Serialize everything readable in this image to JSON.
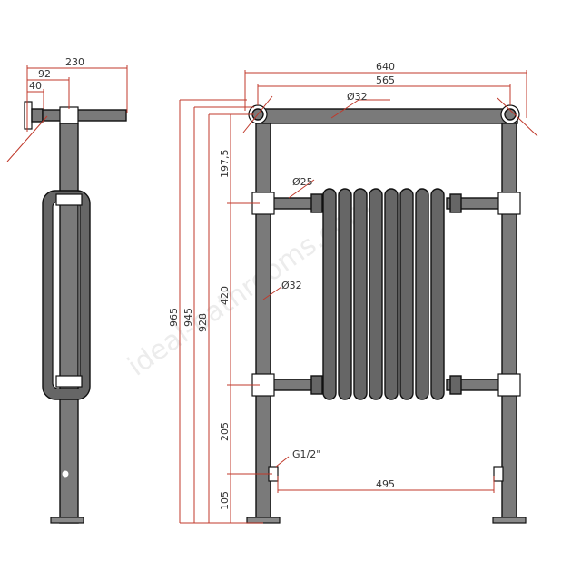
{
  "watermark": "ideal-bathrooms.com",
  "dimensions": {
    "overall_width": "640",
    "centres_width": "565",
    "top_rail_dia": "Ø32",
    "valve_dia": "Ø25",
    "upright_dia": "Ø32",
    "bottom_centres": "495",
    "inlet_thread": "G1/2\"",
    "total_height": "965",
    "height_to_rail_top": "945",
    "height_to_rail_centre": "928",
    "top_section": "197,5",
    "column_section": "420",
    "lower_section": "205",
    "floor_to_valve": "105",
    "side_depth": "230",
    "side_depth_mid": "92",
    "side_depth_wall": "40"
  },
  "colors": {
    "dimension": "#c0392b",
    "pipe": "#7a7a7a",
    "outline": "#111111"
  }
}
